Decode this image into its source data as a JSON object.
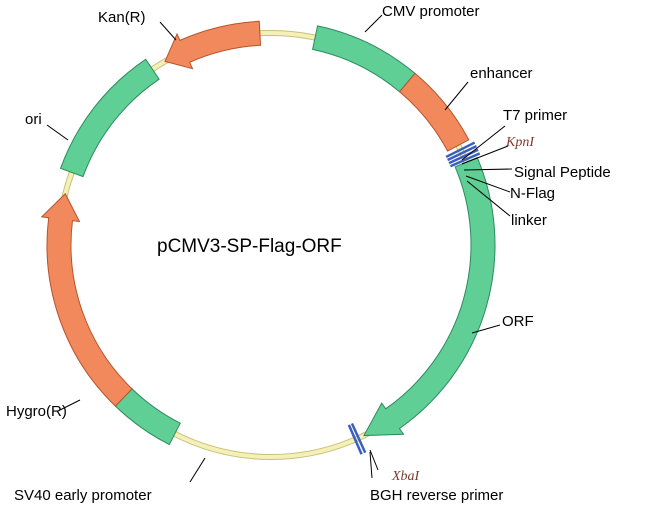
{
  "plasmid": {
    "name": "pCMV3-SP-Flag-ORF"
  },
  "features": {
    "kan": "Kan(R)",
    "cmv_promoter": "CMV promoter",
    "enhancer": "enhancer",
    "t7_primer": "T7 primer",
    "kpni": "KpnI",
    "signal_peptide": "Signal Peptide",
    "n_flag": "N-Flag",
    "linker": "linker",
    "ori": "ori",
    "orf": "ORF",
    "hygro": "Hygro(R)",
    "sv40": "SV40 early promoter",
    "xbai": "XbaI",
    "bgh": "BGH reverse primer"
  },
  "colors": {
    "backbone": "#f5f0b8",
    "backbone_edge": "#c9c07a",
    "promoter_green": "#5fcf96",
    "green_edge": "#2e8a5e",
    "marker_orange": "#f2895c",
    "orange_edge": "#b5532c",
    "site_blue": "#3a5fbf"
  }
}
